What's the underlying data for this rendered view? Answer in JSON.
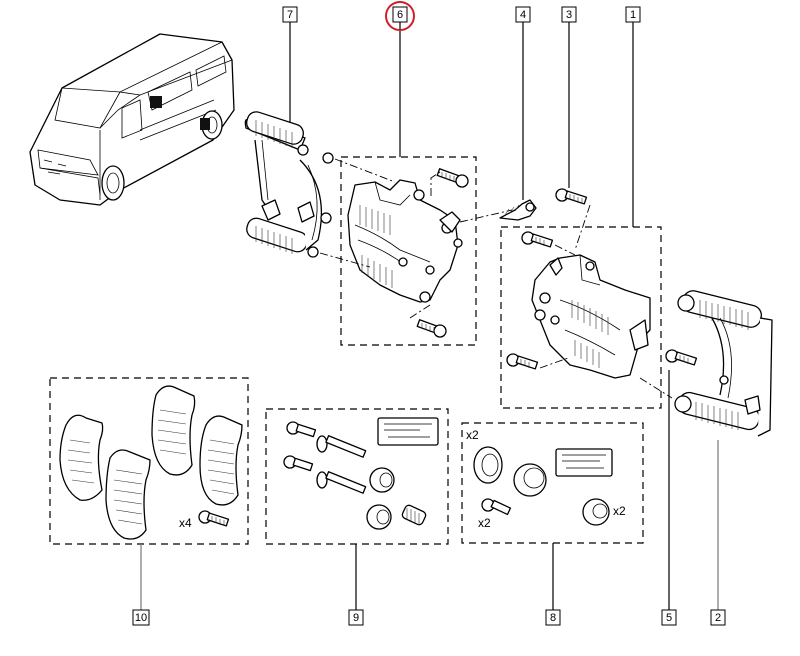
{
  "diagram": {
    "title": "Front brake caliper assembly — exploded view",
    "highlight_color": "#cc1f2a",
    "highlighted_callout": "6",
    "callouts": [
      {
        "id": "1",
        "label": "1",
        "part": "caliper-assembly-right"
      },
      {
        "id": "2",
        "label": "2",
        "part": "caliper-carrier-right"
      },
      {
        "id": "3",
        "label": "3",
        "part": "caliper-mounting-bolt"
      },
      {
        "id": "4",
        "label": "4",
        "part": "bleed-screw"
      },
      {
        "id": "5",
        "label": "5",
        "part": "carrier-bolt"
      },
      {
        "id": "6",
        "label": "6",
        "part": "caliper-assembly-left"
      },
      {
        "id": "7",
        "label": "7",
        "part": "caliper-carrier-left"
      },
      {
        "id": "8",
        "label": "8",
        "part": "piston-seal-kit"
      },
      {
        "id": "9",
        "label": "9",
        "part": "guide-pin-kit"
      },
      {
        "id": "10",
        "label": "10",
        "part": "brake-pad-set"
      }
    ],
    "quantities": {
      "pad_bolt": "x4",
      "seal_ring": "x2",
      "kit_bolt": "x2",
      "dust_boot": "x2"
    }
  }
}
